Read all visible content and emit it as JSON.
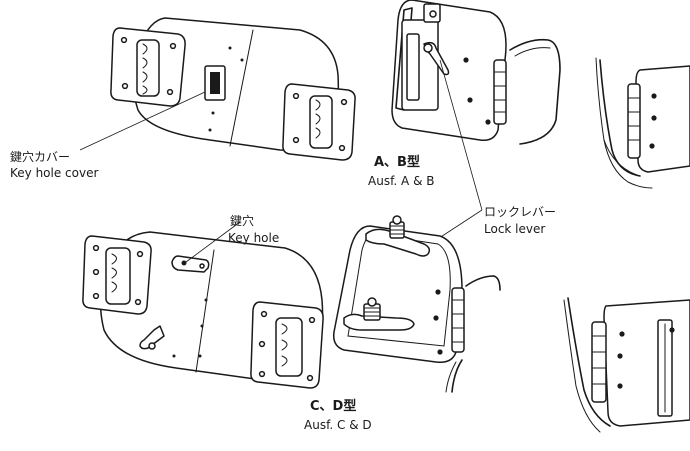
{
  "labels": {
    "key_hole_cover_jp": "鍵穴カバー",
    "key_hole_cover_en": "Key hole cover",
    "key_hole_jp": "鍵穴",
    "key_hole_en": "Key hole",
    "lock_lever_jp": "ロックレバー",
    "lock_lever_en": "Lock lever",
    "ab_title": "A、B型",
    "ab_sub": "Ausf. A & B",
    "cd_title": "C、D型",
    "cd_sub": "Ausf. C & D"
  }
}
